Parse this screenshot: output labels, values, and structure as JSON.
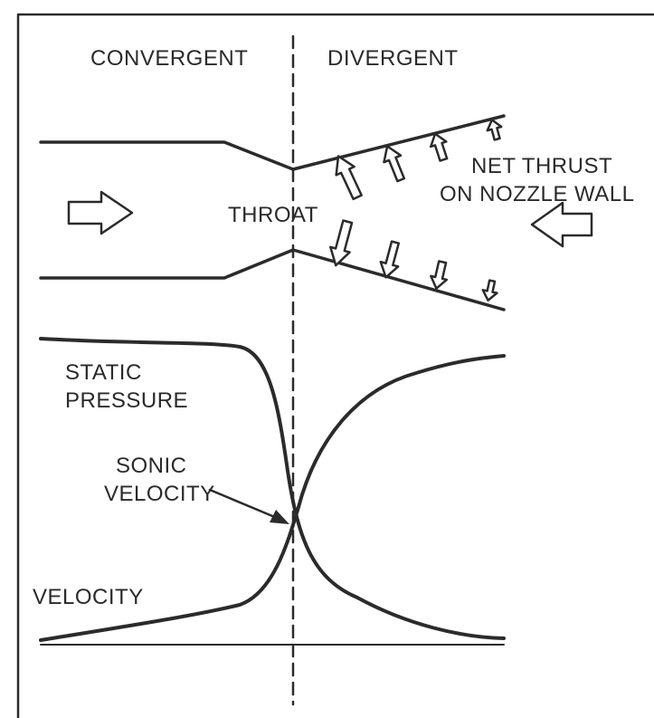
{
  "labels": {
    "convergent": "CONVERGENT",
    "divergent": "DIVERGENT",
    "throat": "THROAT",
    "net_thrust_line1": "NET THRUST",
    "net_thrust_line2": "ON NOZZLE WALL",
    "static_pressure_line1": "STATIC",
    "static_pressure_line2": "PRESSURE",
    "sonic_velocity_line1": "SONIC",
    "sonic_velocity_line2": "VELOCITY",
    "velocity": "VELOCITY"
  },
  "icons": {
    "flow_arrow": "hollow-arrow-right",
    "thrust_arrow": "hollow-arrow-left",
    "wall_force_arrows": "hollow-arrow-small"
  },
  "colors": {
    "ink": "#2b2b2b",
    "background": "#ffffff"
  }
}
